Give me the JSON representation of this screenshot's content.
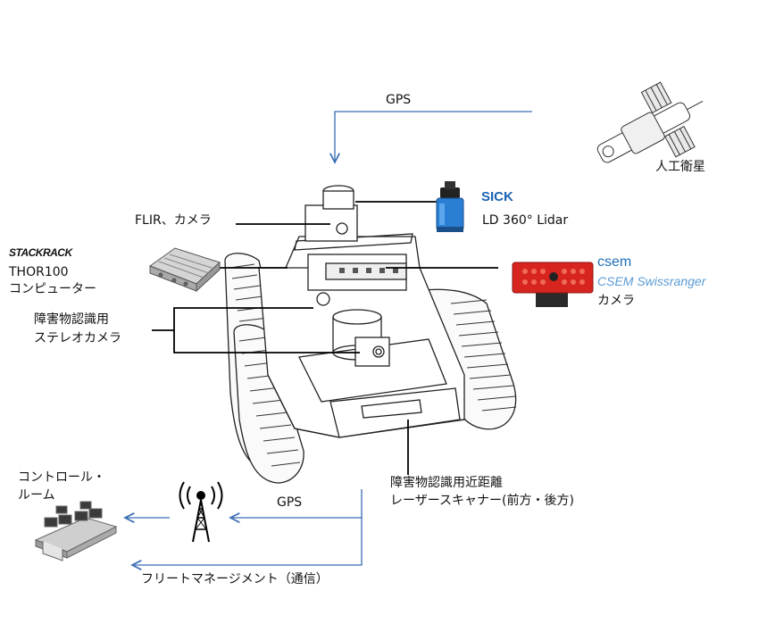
{
  "colors": {
    "arrow_blue": "#3a6db3",
    "sick_blue": "#1a62b3",
    "csem_blue": "#1e6fb8",
    "csem_sub_blue": "#5b9bd5",
    "lidar_blue": "#2a7fd4",
    "swissranger_red": "#d8241f",
    "line_black": "#000000"
  },
  "labels": {
    "gps_top": "GPS",
    "satellite": "人工衛星",
    "flir_camera": "FLIR、カメラ",
    "lidar_brand": "SICK",
    "lidar_model": "LD 360°  Lidar",
    "computer_brand": "STACKRACK",
    "computer_model": "THOR100",
    "computer_type": "コンピューター",
    "csem_brand": "csem",
    "csem_product": "CSEM Swissranger",
    "csem_camera": "カメラ",
    "stereo_line1": "障害物認識用",
    "stereo_line2": "ステレオカメラ",
    "laser_line1": "障害物認識用近距離",
    "laser_line2": "レーザースキャナー(前方・後方)",
    "control_line1": "コントロール・",
    "control_line2": "ルーム",
    "gps_bottom": "GPS",
    "fleet_mgmt": "フリートマネージメント（通信）"
  },
  "icons": [
    "satellite-icon",
    "lidar-icon",
    "computer-icon",
    "swissranger-camera-icon",
    "antenna-tower-icon",
    "control-room-icon",
    "robot-vehicle-icon"
  ]
}
